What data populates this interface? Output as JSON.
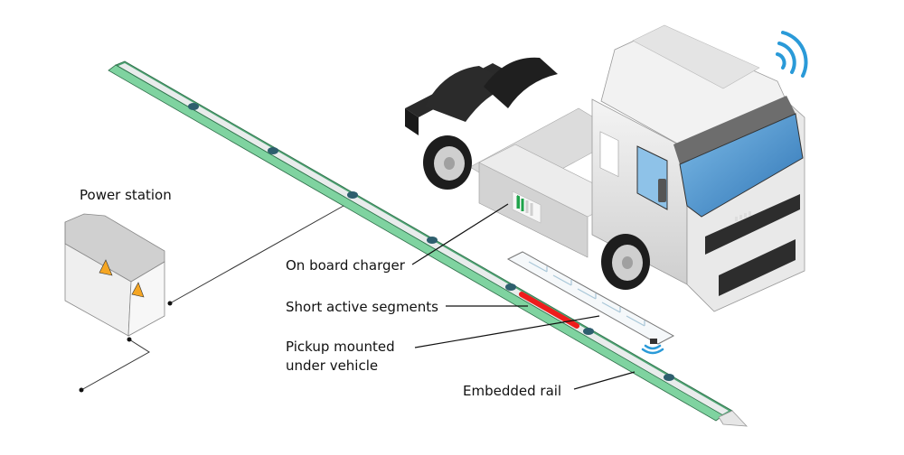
{
  "diagram": {
    "labels": {
      "power_station": "Power station",
      "on_board_charger": "On board charger",
      "short_active_segments": "Short active segments",
      "pickup_line1": "Pickup mounted",
      "pickup_line2": "under vehicle",
      "embedded_rail": "Embedded rail"
    },
    "components": [
      {
        "id": "power-station",
        "icon": "substation-with-high-voltage-warning"
      },
      {
        "id": "embedded-rail",
        "icon": "green-rail-strip"
      },
      {
        "id": "active-segment",
        "icon": "red-energized-segment"
      },
      {
        "id": "truck",
        "icon": "electric-tractor-unit"
      },
      {
        "id": "on-board-charger",
        "icon": "battery-indicator",
        "battery_level_bars": 2,
        "battery_total_bars": 4
      },
      {
        "id": "pickup",
        "icon": "pickup-arm-panel"
      },
      {
        "id": "wireless-signal-truck",
        "icon": "wifi-signal"
      },
      {
        "id": "wireless-signal-pickup",
        "icon": "wifi-signal"
      }
    ],
    "colors": {
      "rail_green": "#7fd3a0",
      "rail_dark_green": "#4fa574",
      "rail_center": "#e9ecec",
      "active_segment": "#ee1c1c",
      "rail_node": "#2e5f6e",
      "signal_blue": "#2a9ad8",
      "warning_orange": "#f5a623",
      "battery_green": "#1fa34a"
    }
  }
}
